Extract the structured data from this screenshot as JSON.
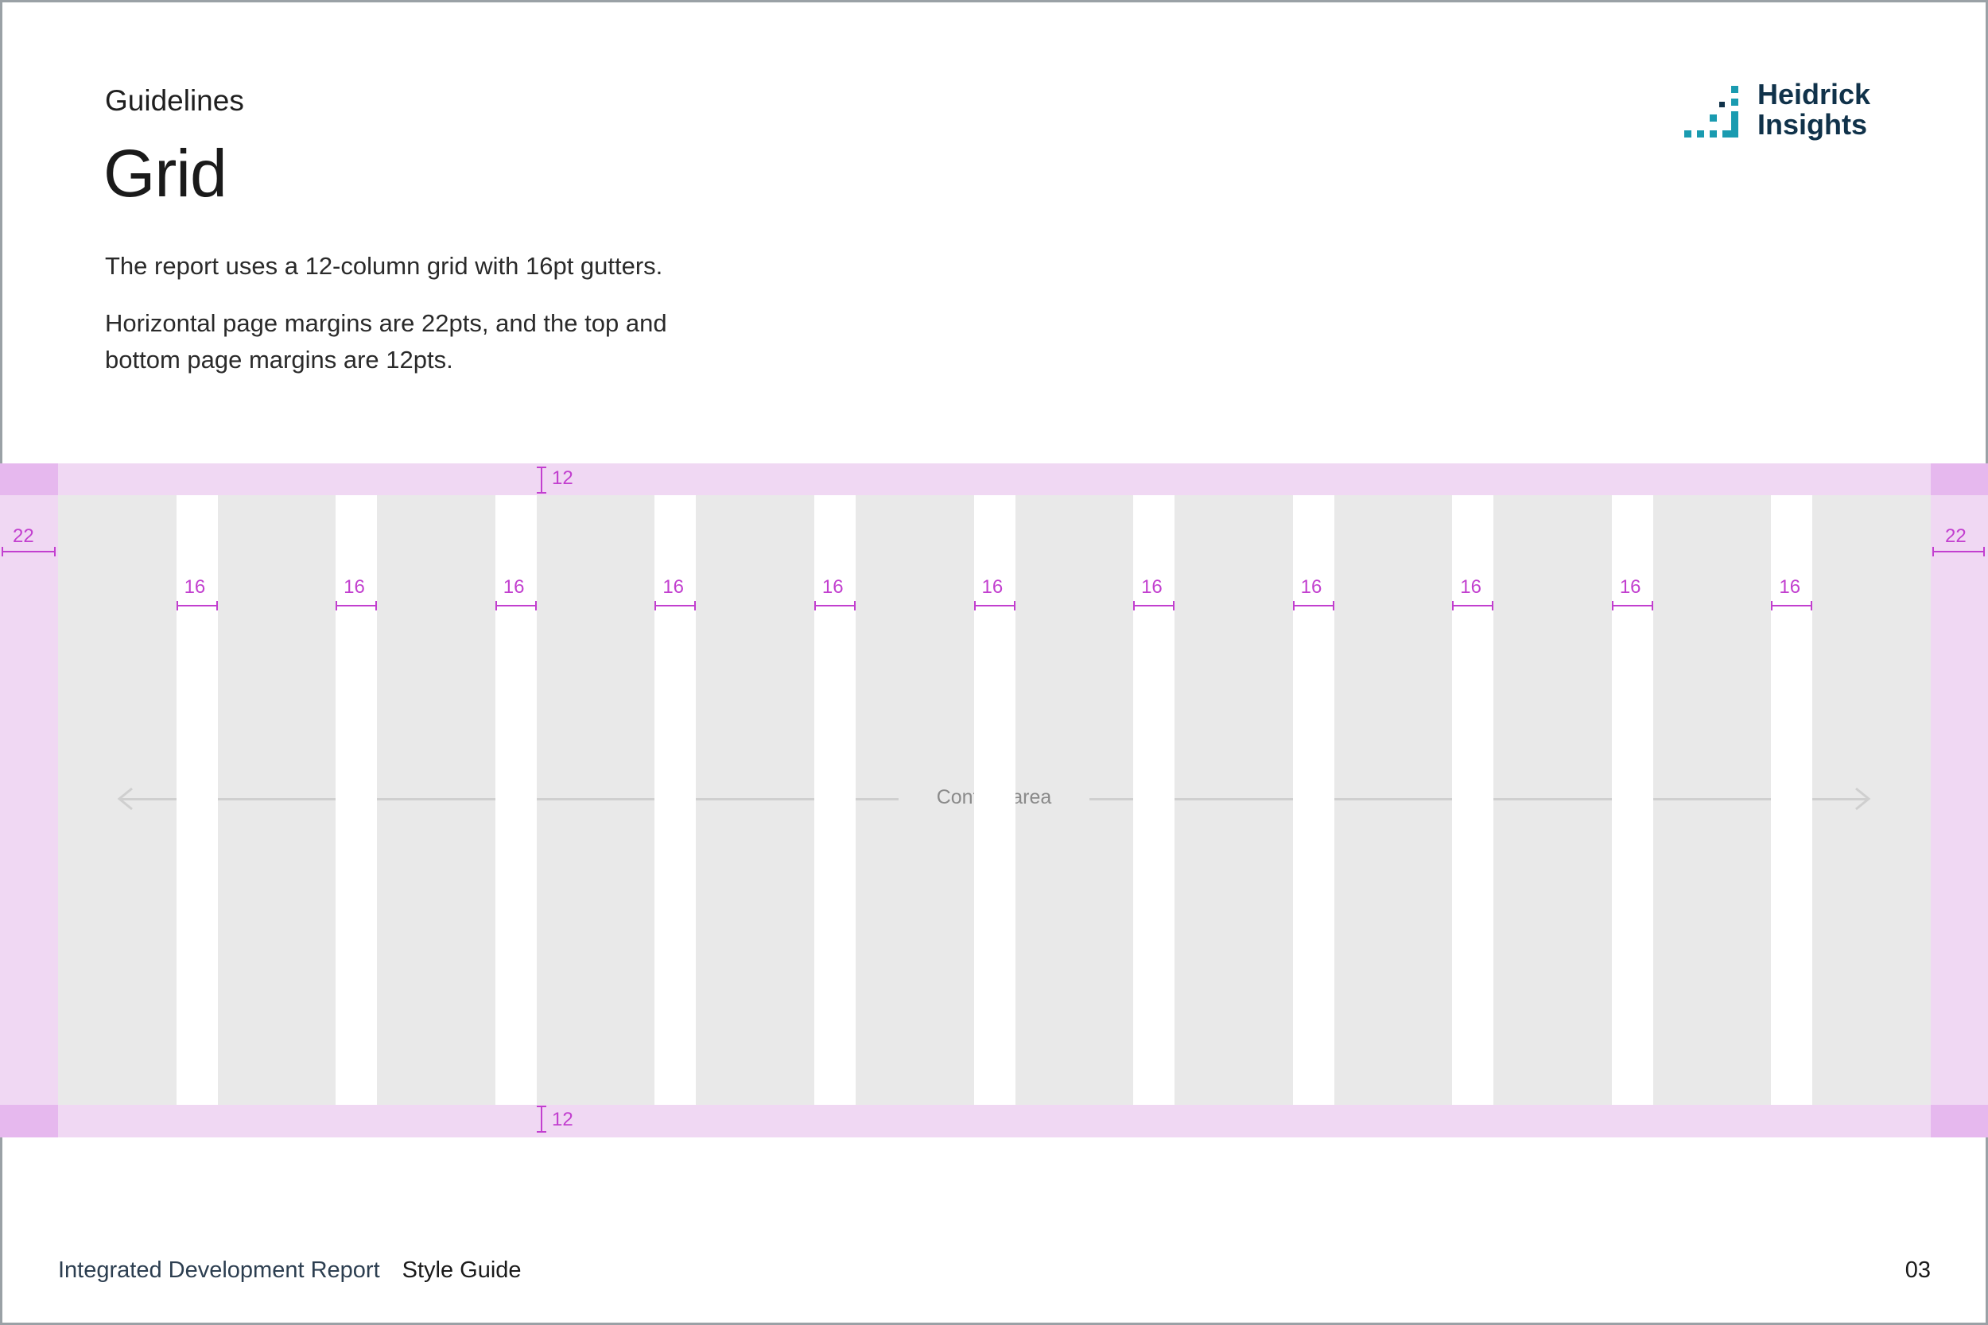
{
  "header": {
    "eyebrow": "Guidelines",
    "title": "Grid",
    "paragraphs": [
      "The report uses a 12-column grid with 16pt gutters.",
      "Horizontal page margins are 22pts, and the top and bottom page margins are 12pts."
    ]
  },
  "logo": {
    "line1": "Heidrick",
    "line2": "Insights"
  },
  "grid": {
    "columns": 12,
    "gutter_label": "16",
    "side_margin_label": "22",
    "top_margin_label": "12",
    "bottom_margin_label": "12",
    "content_label": "Content area"
  },
  "footer": {
    "report_title": "Integrated Development Report",
    "section": "Style Guide",
    "page_number": "03"
  },
  "colors": {
    "margin": "#f0d8f3",
    "margin_corner": "#e6b8ee",
    "column": "#e9e9e9",
    "annotation": "#c23fcf",
    "logo_teal": "#1a9bb0",
    "logo_navy": "#10324a"
  }
}
